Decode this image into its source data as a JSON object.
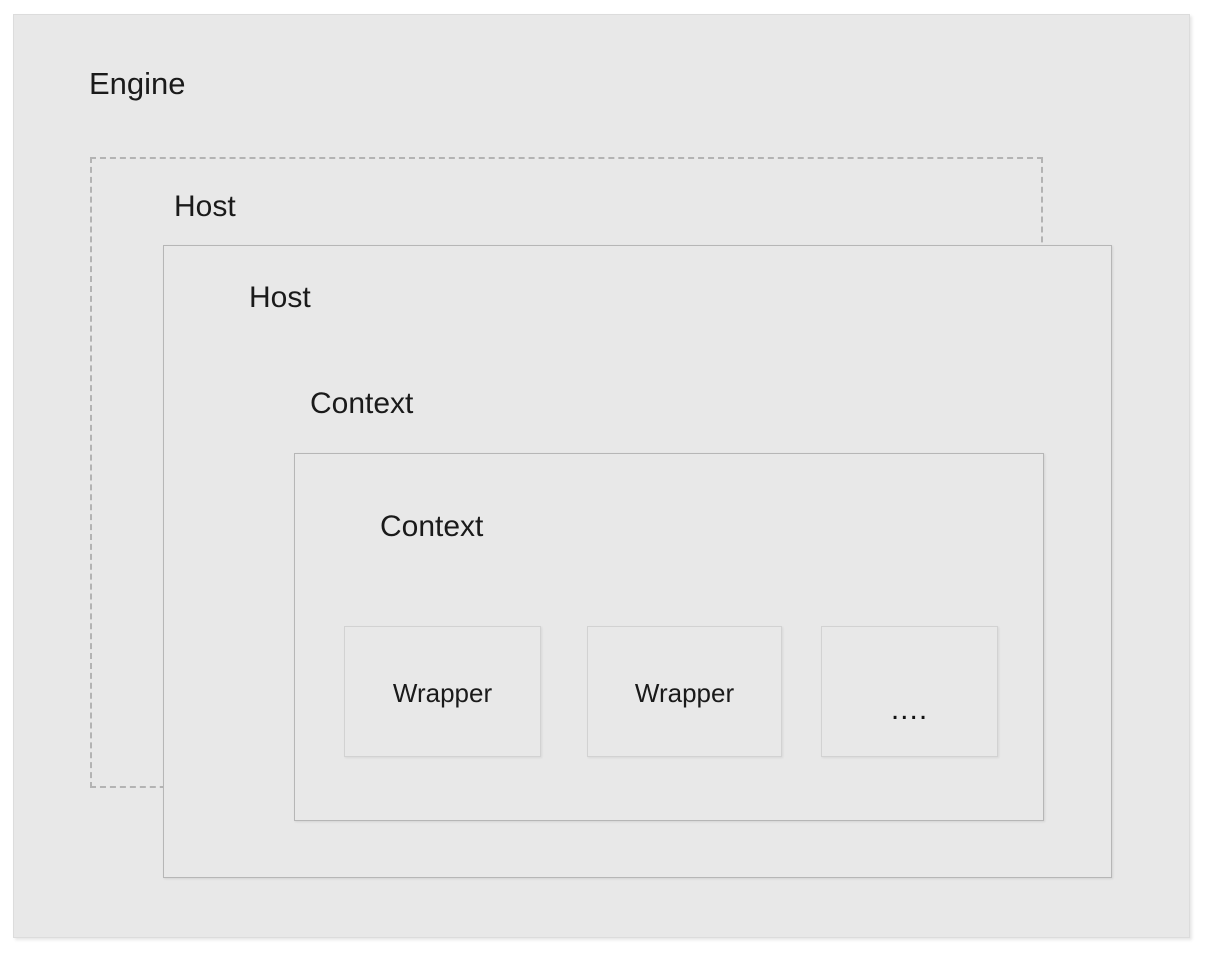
{
  "diagram": {
    "title": "Engine",
    "background_color": "#e8e8e8",
    "border_color_solid": "#b6b6b6",
    "border_color_dashed": "#b3b3b3",
    "text_color": "#1a1a1a",
    "layers": {
      "engine_label": "Engine",
      "host_outer_label": "Host",
      "host_inner_label": "Host",
      "context_outer_label": "Context",
      "context_inner_label": "Context"
    },
    "wrappers": [
      {
        "label": "Wrapper"
      },
      {
        "label": "Wrapper"
      },
      {
        "label": "...."
      }
    ]
  }
}
